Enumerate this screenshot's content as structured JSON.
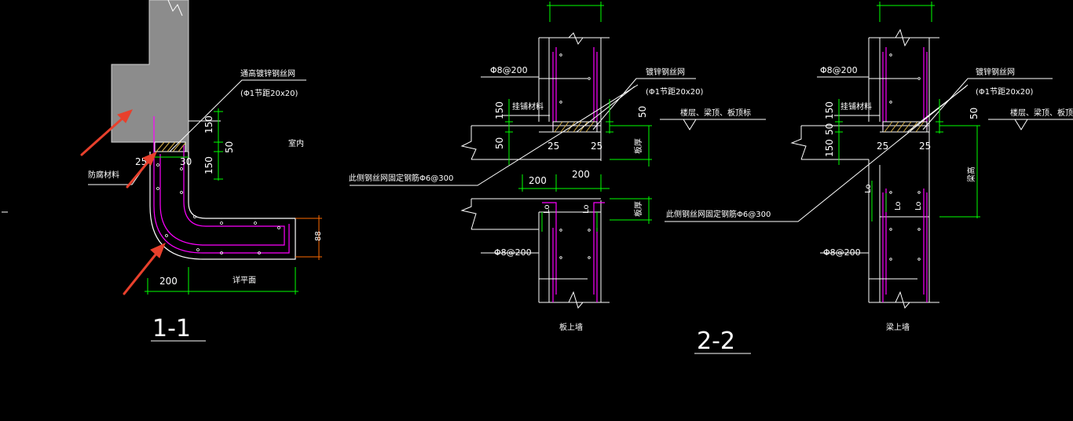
{
  "colors": {
    "background": "#000000",
    "line_white": "#ffffff",
    "rebar_magenta": "#ff00ff",
    "dimension_green": "#00ff00",
    "dimension_orange": "#ff6a00",
    "concrete_fill": "#8c8c8c",
    "arrow_red": "#e8402c",
    "hatch_yellow": "#d9b24a"
  },
  "section_1": {
    "title": "1-1",
    "callout_top": "通高镀锌钢丝网",
    "callout_spec": "(Φ1节距20x20)",
    "label_left": "防腐材料",
    "label_room": "室内",
    "dim_150_top": "150",
    "dim_50": "50",
    "dim_150_bottom": "150",
    "dim_25": "25",
    "dim_30": "30",
    "dim_200": "200",
    "dim_plan": "详平面",
    "dim_height": "88"
  },
  "section_2": {
    "title": "2-2",
    "left": {
      "rebar_top": "Φ8@200",
      "rebar_bottom": "Φ8@200",
      "callout_mesh": "镀锌钢丝网",
      "callout_spec": "(Φ1节距20x20)",
      "level_note": "楼层、梁顶、板顶标",
      "label_material": "挂铺材料",
      "dim_150": "150",
      "dim_50": "50",
      "dim_50b": "50",
      "dim_25a": "25",
      "dim_25b": "25",
      "dim_200a": "200",
      "dim_200b": "200",
      "dim_slab_a": "板厚",
      "dim_slab_b": "板厚",
      "lap_a": "Lo",
      "lap_b": "Lo",
      "bottom_note": "板上墙",
      "long_callout": "此侧钢丝网固定钢筋Φ6@300"
    },
    "right": {
      "rebar_top": "Φ8@200",
      "rebar_bottom": "Φ8@200",
      "callout_mesh": "镀锌钢丝网",
      "callout_spec": "(Φ1节距20x20)",
      "level_note": "楼层、梁顶、板顶标",
      "label_material": "挂铺材料",
      "dim_150": "150",
      "dim_50": "50",
      "dim_50b": "50",
      "dim_150b": "150",
      "dim_25a": "25",
      "dim_25b": "25",
      "dim_beam": "梁高",
      "lap_a": "Lo",
      "lap_b": "Lo",
      "lap_side": "Lo",
      "bottom_note": "梁上墙",
      "long_callout": "此侧钢丝网固定钢筋Φ6@300"
    }
  }
}
